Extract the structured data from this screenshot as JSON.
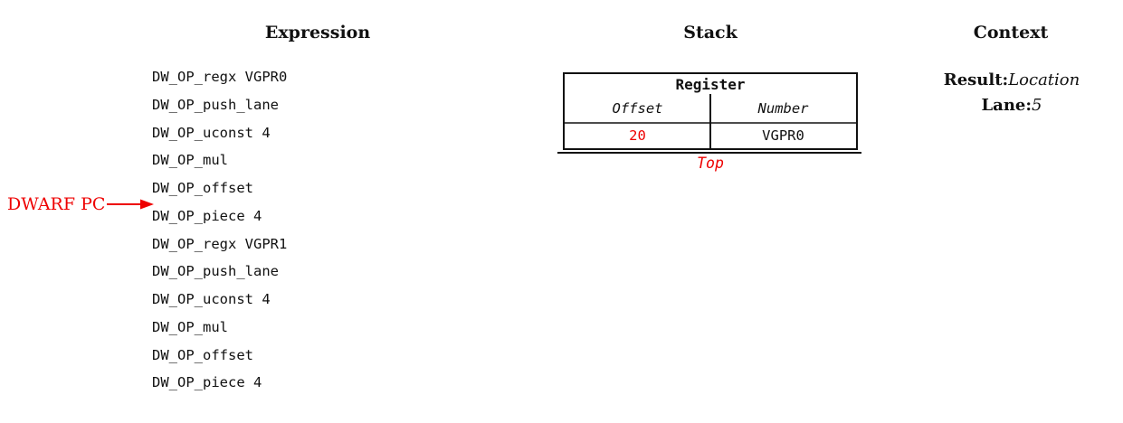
{
  "colors": {
    "accent_red": "#ee0000",
    "text": "#111111",
    "divider_gray": "#4d4d4d",
    "background": "#ffffff"
  },
  "expression": {
    "title": "Expression",
    "items": [
      "DW_OP_regx VGPR0",
      "DW_OP_push_lane",
      "DW_OP_uconst 4",
      "DW_OP_mul",
      "DW_OP_offset",
      "DW_OP_piece 4",
      "DW_OP_regx VGPR1",
      "DW_OP_push_lane",
      "DW_OP_uconst 4",
      "DW_OP_mul",
      "DW_OP_offset",
      "DW_OP_piece 4"
    ]
  },
  "pc_marker": {
    "label": "DWARF PC"
  },
  "stack": {
    "title": "Stack",
    "entry": {
      "type_label": "Register",
      "offset_header": "Offset",
      "number_header": "Number",
      "offset_value": "20",
      "number_value": "VGPR0"
    },
    "top_label": "Top"
  },
  "context": {
    "title": "Context",
    "result_label": "Result:",
    "result_value": "Location",
    "lane_label": "Lane:",
    "lane_value": "5"
  }
}
